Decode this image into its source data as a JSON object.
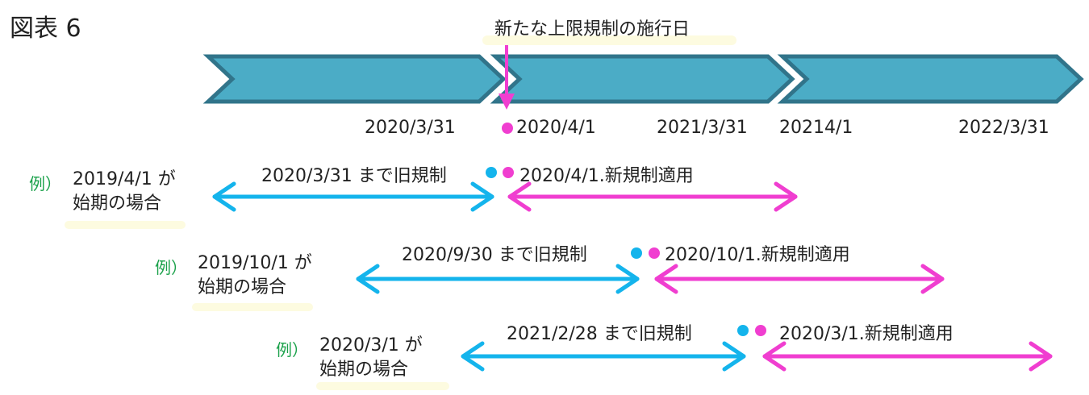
{
  "title": "図表 6",
  "callout": "新たな上限規制の施行日",
  "timeline": {
    "color_fill": "#4bacc6",
    "color_border": "#31748a",
    "segments": 3,
    "dates": [
      "2020/3/31",
      "2020/4/1",
      "2021/3/31",
      "20214/1",
      "2022/3/31"
    ],
    "marker_color": "#f03ed0"
  },
  "colors": {
    "old_rule": "#14b4ec",
    "new_rule": "#f03ed0",
    "example_mark": "#1aa14a"
  },
  "examples": [
    {
      "mark": "例）",
      "start_line1": "2019/4/1 が",
      "start_line2": "始期の場合",
      "old_label": "2020/3/31 まで旧規制",
      "new_label": "2020/4/1.新規制適用"
    },
    {
      "mark": "例）",
      "start_line1": "2019/10/1 が",
      "start_line2": "始期の場合",
      "old_label": "2020/9/30 まで旧規制",
      "new_label": "2020/10/1.新規制適用"
    },
    {
      "mark": "例）",
      "start_line1": "2020/3/1 が",
      "start_line2": "始期の場合",
      "old_label": "2021/2/28 まで旧規制",
      "new_label": "2020/3/1.新規制適用"
    }
  ]
}
